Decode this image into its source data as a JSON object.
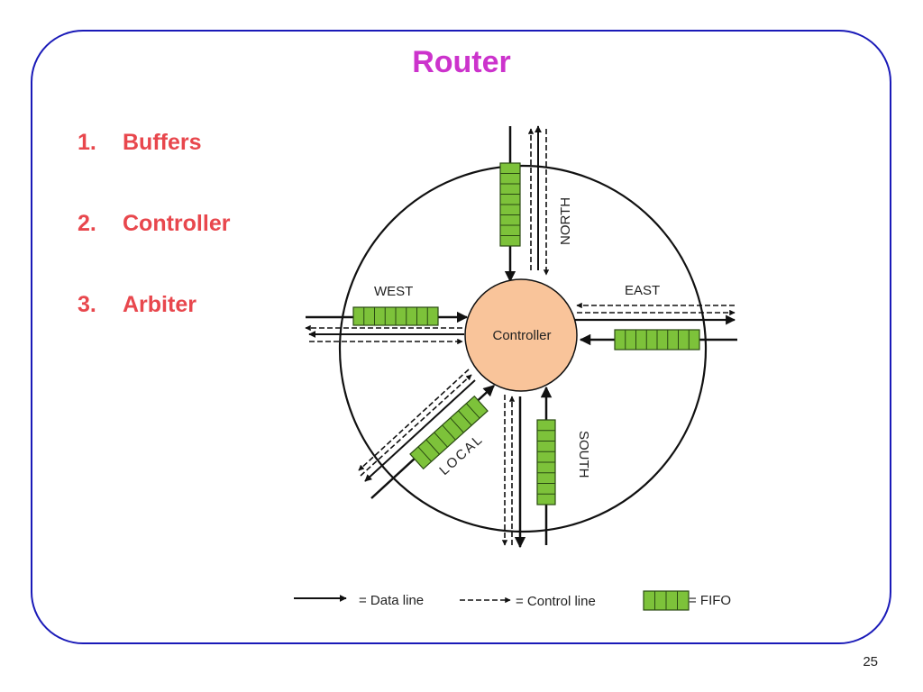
{
  "slide": {
    "title": "Router",
    "page_number": "25",
    "title_color": "#cc33cc",
    "list_color": "#e8474d",
    "border_color": "#1a1ab8"
  },
  "list": [
    {
      "number": "1.",
      "label": "Buffers"
    },
    {
      "number": "2.",
      "label": "Controller"
    },
    {
      "number": "3.",
      "label": "Arbiter"
    }
  ],
  "diagram": {
    "controller_label": "Controller",
    "ports": {
      "north": "NORTH",
      "west": "WEST",
      "east": "EAST",
      "south": "SOUTH",
      "local": "LOCAL"
    },
    "fifo_color": "#7dc23a",
    "controller_color": "#f9c49a",
    "legend": {
      "data_line": "= Data line",
      "control_line": "= Control line",
      "fifo": "= FIFO"
    }
  }
}
